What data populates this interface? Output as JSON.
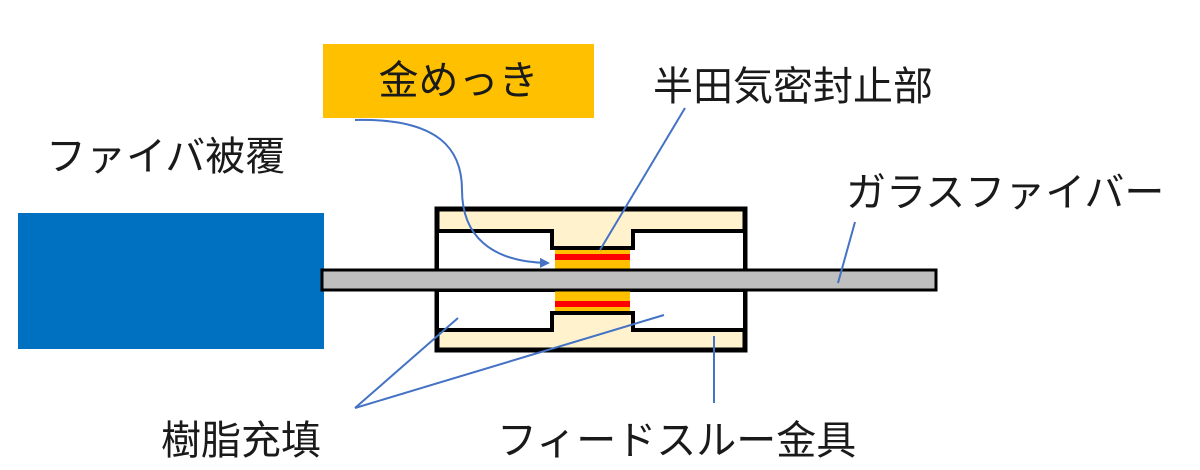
{
  "labels": {
    "gold_plating": "金めっき",
    "solder_seal": "半田気密封止部",
    "fiber_coating": "ファイバ被覆",
    "glass_fiber": "ガラスファイバー",
    "resin_fill": "樹脂充填",
    "feedthrough": "フィードスルー金具"
  },
  "colors": {
    "fiber_coating": "#0070c0",
    "glass_fiber": "#bfbfbf",
    "housing_fill": "#fff2cc",
    "gold_plating": "#ffc000",
    "solder": "#ff0000",
    "outline": "#000000",
    "leader_line": "#4472c4"
  }
}
